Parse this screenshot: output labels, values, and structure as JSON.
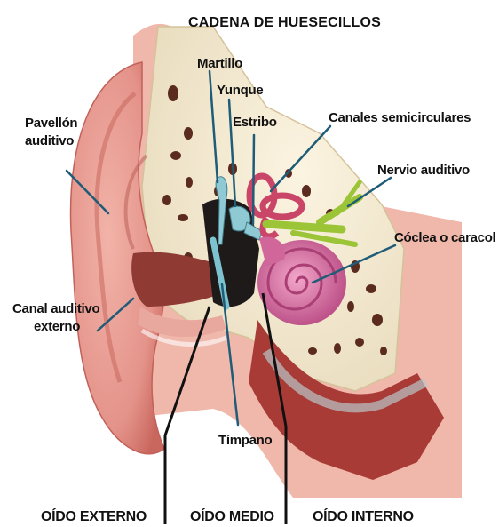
{
  "title": "CADENA DE HUESECILLOS",
  "labels": {
    "pabellon": [
      "Pavellón",
      "auditivo"
    ],
    "canal": [
      "Canal auditivo",
      "externo"
    ],
    "martillo": "Martillo",
    "yunque": "Yunque",
    "estribo": "Estribo",
    "canales": "Canales semicirculares",
    "nervio": "Nervio auditivo",
    "coclea": "Cóclea o caracol",
    "timpano": "Tímpano"
  },
  "sections": {
    "externo": "OÍDO EXTERNO",
    "medio": "OÍDO MEDIO",
    "interno": "OÍDO INTERNO"
  },
  "colors": {
    "skin": "#e79a8f",
    "skin_dark": "#c8695f",
    "skin_light": "#f3c2b8",
    "bone": "#f3ead2",
    "bone_dot": "#5a2b1e",
    "canal": "#8f3b33",
    "cochlea": "#d0669a",
    "nerve": "#9bc437",
    "eardrum": "#7dc3cf",
    "pointer": "#1f5c78",
    "divider": "#111111"
  }
}
